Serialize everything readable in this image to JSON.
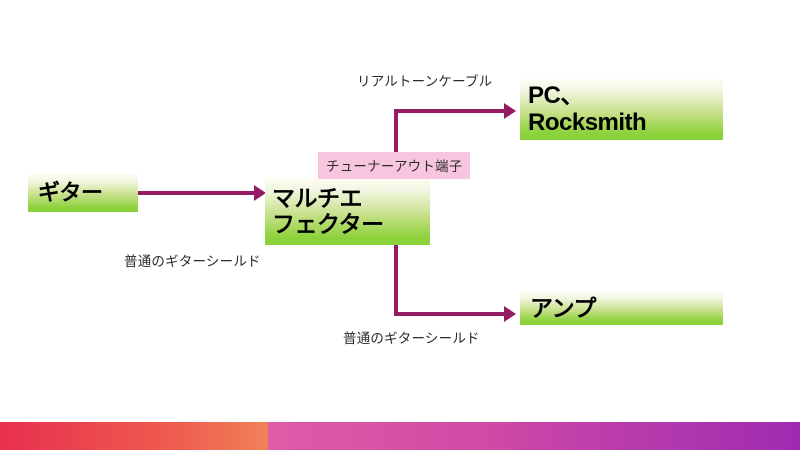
{
  "diagram": {
    "title": "Guitar signal chain diagram",
    "nodes": [
      {
        "id": "guitar",
        "label": "ギター"
      },
      {
        "id": "multi",
        "label": "マルチエ\nフェクター"
      },
      {
        "id": "pc",
        "label": "PC、\nRocksmith"
      },
      {
        "id": "amp",
        "label": "アンプ"
      }
    ],
    "labels": {
      "realtone_cable": "リアルトーンケーブル",
      "tuner_out_jack": "チューナーアウト端子",
      "shield_top": "普通のギターシールド",
      "shield_bottom": "普通のギターシールド"
    },
    "colors": {
      "node_gradient_top": "#fdfdf4",
      "node_gradient_bottom": "#8ad13a",
      "connector": "#951b62",
      "highlight_background": "#f7c5dd",
      "bar_left_start": "#e8304e",
      "bar_left_end": "#f08158",
      "bar_right_start": "#e25ba7",
      "bar_right_end": "#9e2bb0",
      "canvas_background": "#ffffff"
    }
  }
}
